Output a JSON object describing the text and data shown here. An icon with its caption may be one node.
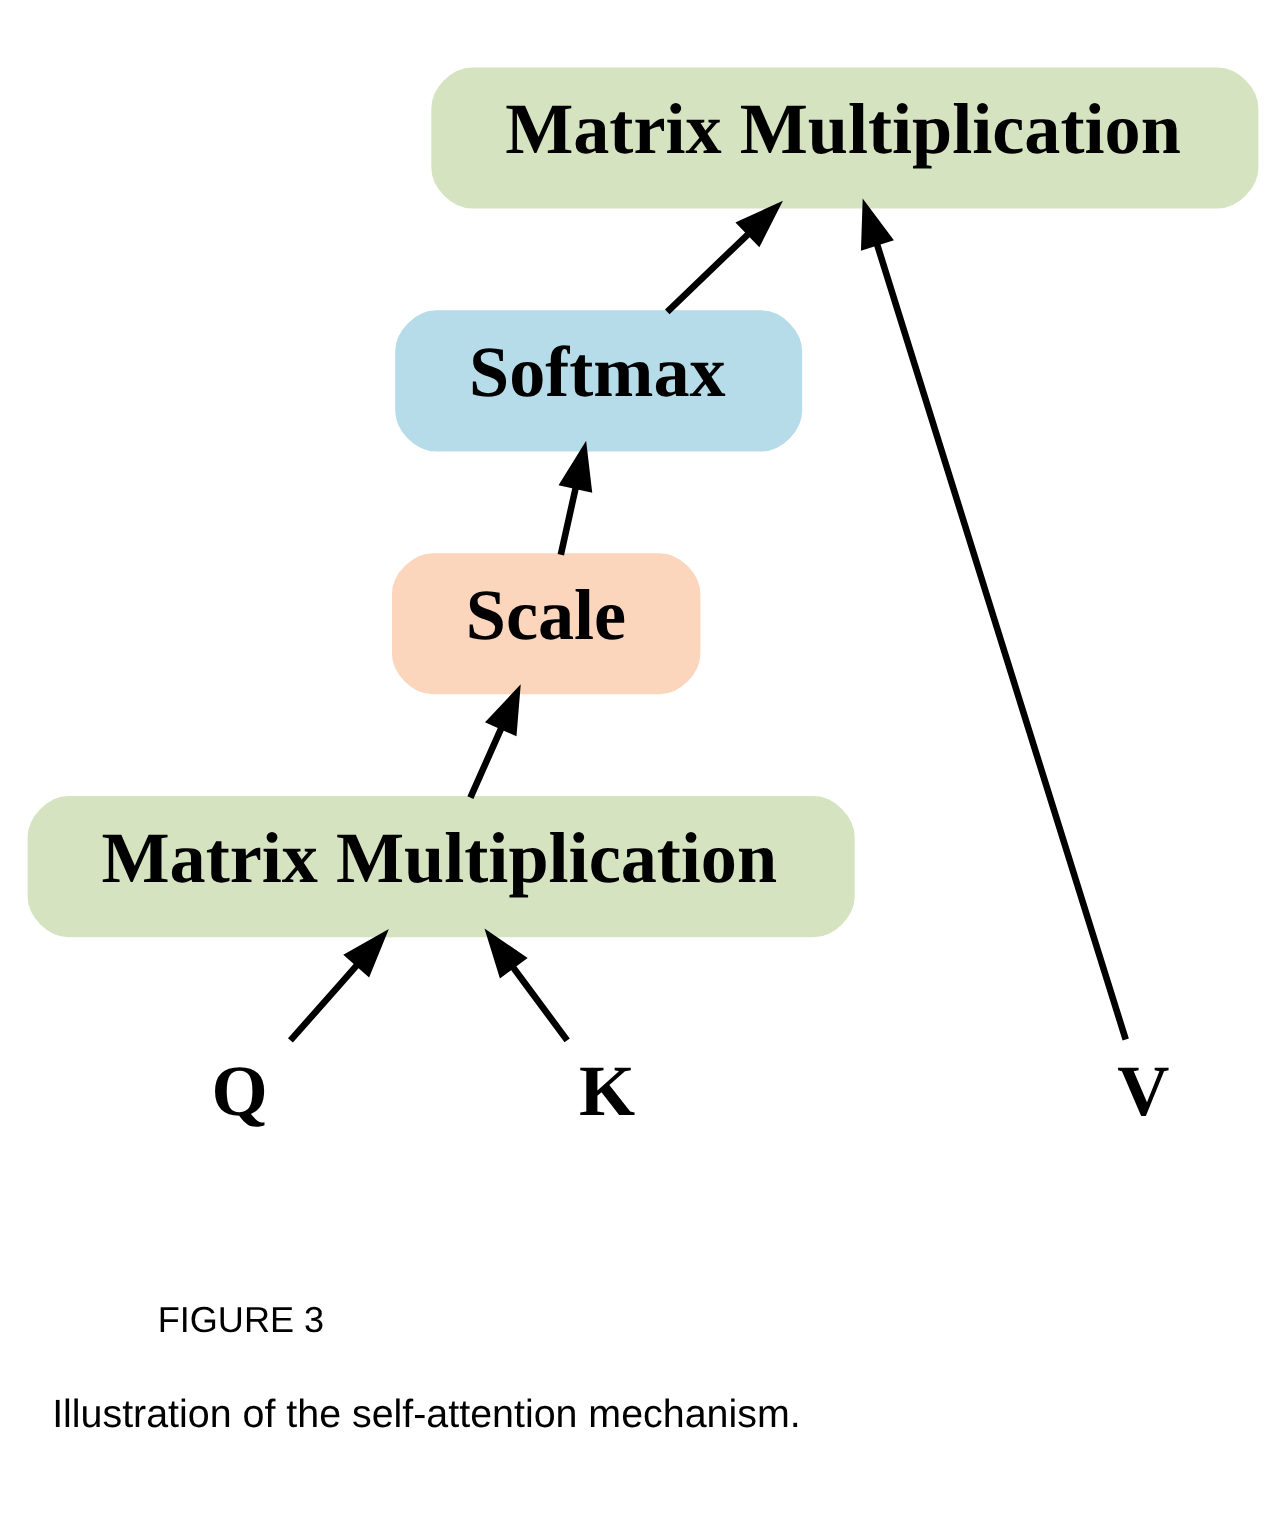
{
  "diagram": {
    "caption": "Illustration of the self-attention mechanism.",
    "nodes": [
      {
        "text": [
          "Matrix Multiplication"
        ]
      },
      {
        "text": [
          "Softmax"
        ]
      },
      {
        "text": [
          "Scale"
        ]
      },
      {
        "text": [
          "Matrix Multiplication"
        ]
      },
      {
        "text": [
          "Q"
        ]
      },
      {
        "text": [
          "K"
        ]
      },
      {
        "text": [
          "V"
        ]
      }
    ],
    "edges": [
      {
        "from": 3,
        "to": 2,
        "arrow": "to"
      },
      {
        "from": 2,
        "to": 1,
        "arrow": "to"
      },
      {
        "from": 1,
        "to": 0,
        "arrow": "to"
      },
      {
        "from": 4,
        "to": 3,
        "arrow": "to"
      },
      {
        "from": 5,
        "to": 3,
        "arrow": "to"
      },
      {
        "from": 6,
        "to": 0,
        "arrow": "to"
      }
    ],
    "labels": [
      "FIGURE 3"
    ]
  }
}
